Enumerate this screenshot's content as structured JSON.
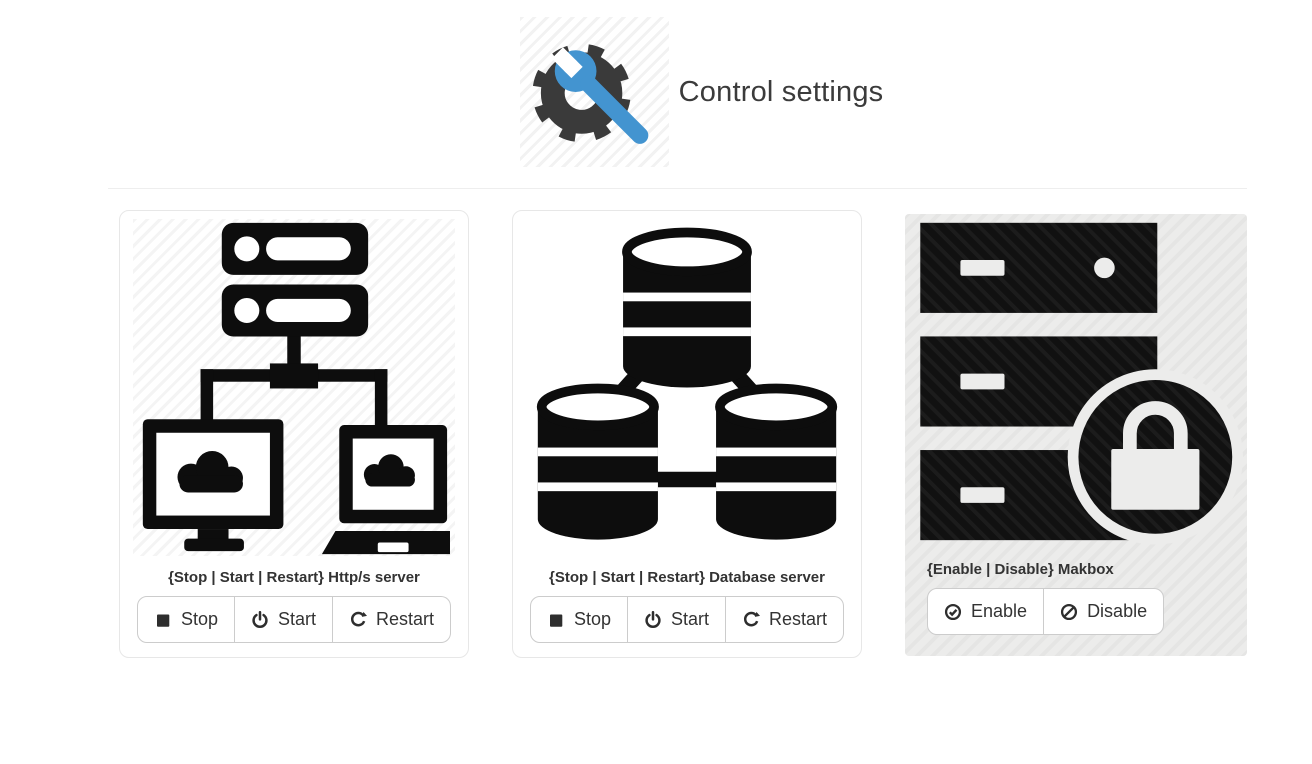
{
  "header": {
    "title": "Control settings",
    "icon": "gear-wrench-icon"
  },
  "colors": {
    "wrench_blue": "#4394d0",
    "icon_black": "#0f0f0f",
    "makbox_card_bg": "#ececeb"
  },
  "cards": [
    {
      "id": "http-server",
      "icon": "server-network-icon",
      "caption": "{Stop | Start | Restart} Http/s server",
      "buttons": [
        {
          "label": "Stop",
          "icon": "stop-icon"
        },
        {
          "label": "Start",
          "icon": "power-icon"
        },
        {
          "label": "Restart",
          "icon": "restart-icon"
        }
      ]
    },
    {
      "id": "database-server",
      "icon": "database-cluster-icon",
      "caption": "{Stop | Start | Restart} Database server",
      "buttons": [
        {
          "label": "Stop",
          "icon": "stop-icon"
        },
        {
          "label": "Start",
          "icon": "power-icon"
        },
        {
          "label": "Restart",
          "icon": "restart-icon"
        }
      ]
    },
    {
      "id": "makbox",
      "icon": "server-lock-icon",
      "caption": "{Enable | Disable} Makbox",
      "buttons": [
        {
          "label": "Enable",
          "icon": "check-circle-icon"
        },
        {
          "label": "Disable",
          "icon": "ban-icon"
        }
      ]
    }
  ]
}
